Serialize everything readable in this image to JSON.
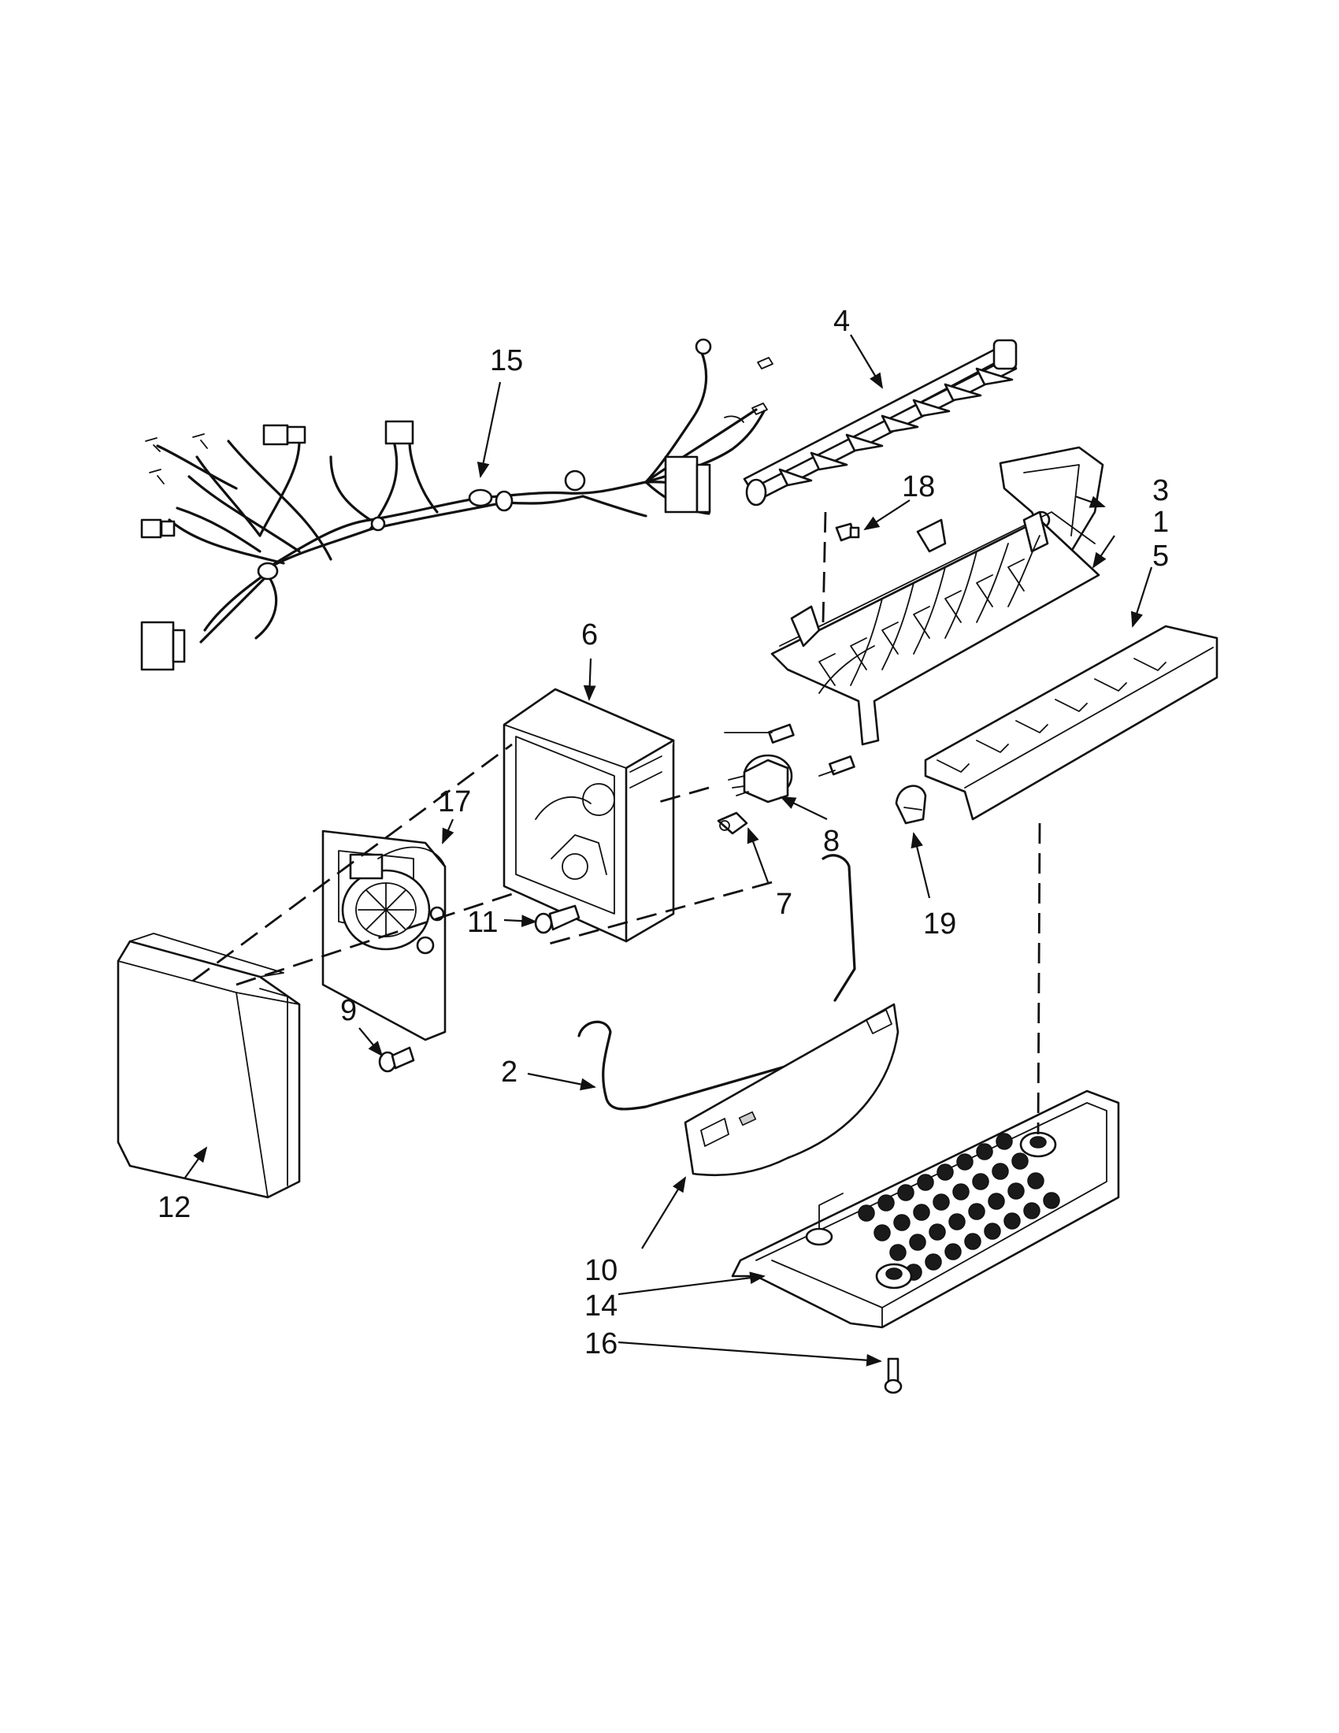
{
  "callouts": {
    "c1": "1",
    "c2": "2",
    "c3": "3",
    "c4": "4",
    "c5": "5",
    "c6": "6",
    "c7": "7",
    "c8": "8",
    "c9": "9",
    "c10": "10",
    "c11": "11",
    "c12": "12",
    "c14": "14",
    "c15": "15",
    "c16": "16",
    "c17": "17",
    "c18": "18",
    "c19": "19"
  },
  "colors": {
    "line": "#111111",
    "background": "#ffffff"
  }
}
